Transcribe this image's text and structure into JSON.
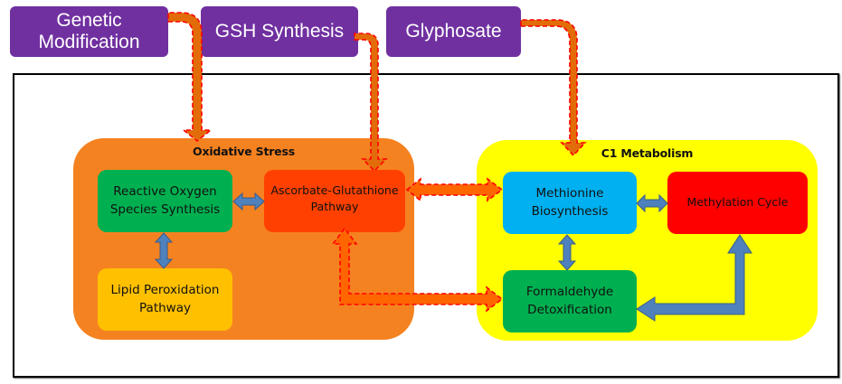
{
  "inputs": [
    {
      "label": "Genetic Modification",
      "line1": "Genetic",
      "line2": "Modification"
    },
    {
      "label": "GSH Synthesis"
    },
    {
      "label": "Glyphosate"
    }
  ],
  "groups": {
    "oxidative": {
      "title": "Oxidative Stress",
      "color": "#f58220",
      "nodes": {
        "ros": {
          "line1": "Reactive Oxygen",
          "line2": "Species Synthesis",
          "color": "#00b050"
        },
        "asc": {
          "line1": "Ascorbate-Glutathione",
          "line2": "Pathway",
          "color": "#ff4000"
        },
        "lipid": {
          "line1": "Lipid Peroxidation",
          "line2": "Pathway",
          "color": "#ffc000"
        }
      }
    },
    "c1": {
      "title": "C1 Metabolism",
      "color": "#ffff00",
      "nodes": {
        "methionine": {
          "line1": "Methionine",
          "line2": "Biosynthesis",
          "color": "#00b0f0"
        },
        "methylation": {
          "line1": "Methylation Cycle",
          "color": "#ff0000"
        },
        "formaldehyde": {
          "line1": "Formaldehyde",
          "line2": "Detoxification",
          "color": "#00b050"
        }
      }
    }
  },
  "colors": {
    "input_box": "#7030a0",
    "external_arrow_fill": "#e36c0a",
    "external_arrow_dash": "#ff0000",
    "link_arrow_fill": "#ff6600",
    "internal_arrow": "#4f81bd"
  },
  "connections": [
    {
      "from": "Genetic Modification",
      "to": "Oxidative Stress",
      "style": "dashed"
    },
    {
      "from": "GSH Synthesis",
      "to": "Ascorbate-Glutathione Pathway",
      "style": "dashed"
    },
    {
      "from": "Glyphosate",
      "to": "C1 Metabolism",
      "style": "dashed"
    },
    {
      "from": "Ascorbate-Glutathione Pathway",
      "to": "Methionine Biosynthesis",
      "style": "dashed",
      "bidirectional": true
    },
    {
      "from": "Ascorbate-Glutathione Pathway",
      "to": "Formaldehyde Detoxification",
      "style": "dashed",
      "bidirectional": true
    },
    {
      "from": "Reactive Oxygen Species Synthesis",
      "to": "Ascorbate-Glutathione Pathway",
      "style": "solid",
      "bidirectional": true
    },
    {
      "from": "Reactive Oxygen Species Synthesis",
      "to": "Lipid Peroxidation Pathway",
      "style": "solid",
      "bidirectional": true
    },
    {
      "from": "Methionine Biosynthesis",
      "to": "Methylation Cycle",
      "style": "solid",
      "bidirectional": true
    },
    {
      "from": "Methionine Biosynthesis",
      "to": "Formaldehyde Detoxification",
      "style": "solid",
      "bidirectional": true
    },
    {
      "from": "Methylation Cycle",
      "to": "Formaldehyde Detoxification",
      "style": "solid",
      "bidirectional": true
    }
  ]
}
